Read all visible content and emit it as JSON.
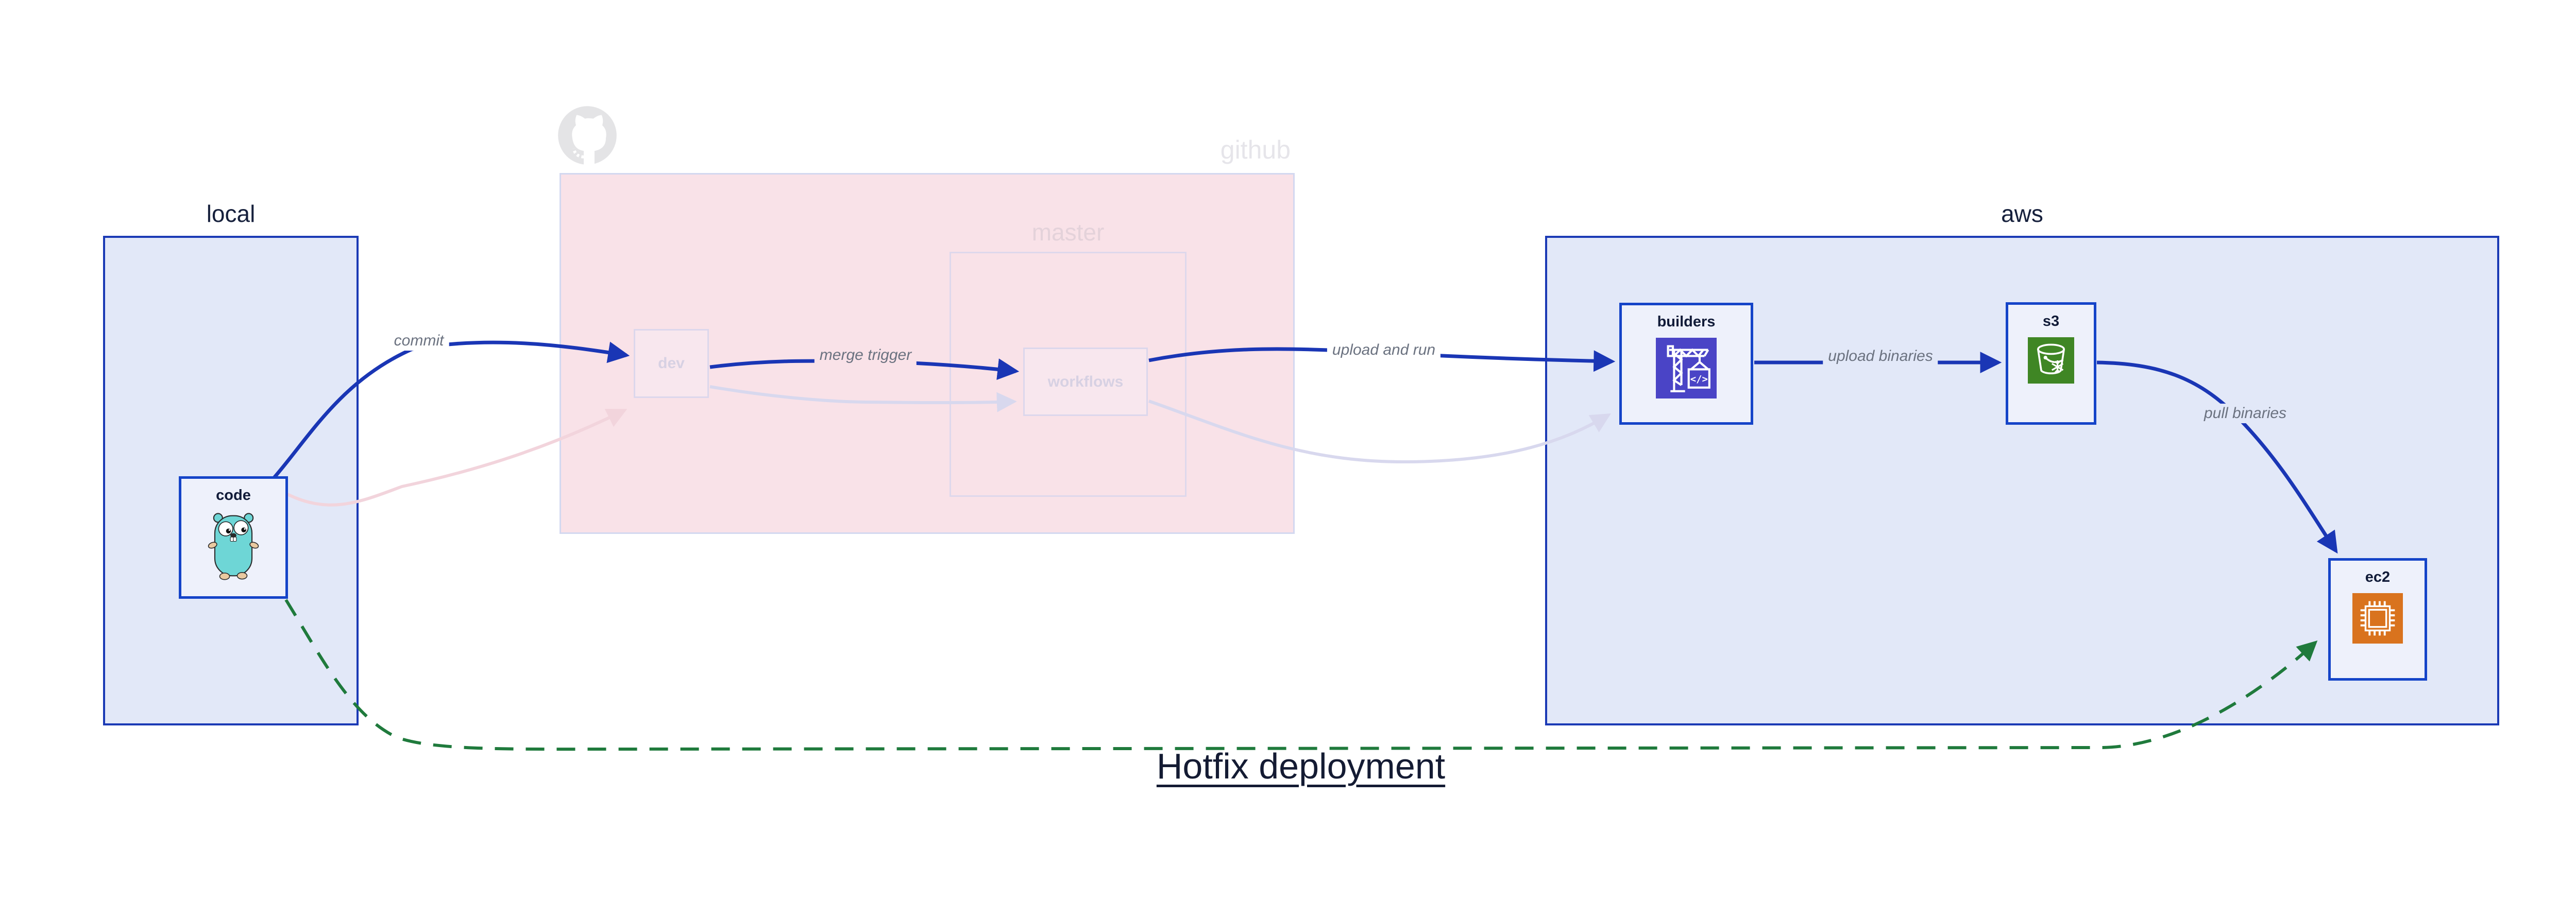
{
  "title": "Hotfix deployment",
  "regions": {
    "local": {
      "label": "local"
    },
    "github": {
      "label": "github",
      "master": {
        "label": "master"
      }
    },
    "aws": {
      "label": "aws"
    }
  },
  "nodes": {
    "code": {
      "label": "code",
      "icon": "go-gopher-icon"
    },
    "dev": {
      "label": "dev"
    },
    "workflows": {
      "label": "workflows"
    },
    "builders": {
      "label": "builders",
      "icon": "codebuild-crane-icon",
      "icon_glyph": "</>",
      "icon_bg": "#4a44c6"
    },
    "s3": {
      "label": "s3",
      "icon": "s3-bucket-snowflake-icon",
      "icon_bg": "#3f8624"
    },
    "ec2": {
      "label": "ec2",
      "icon": "cpu-chip-icon",
      "icon_bg": "#d9731e"
    }
  },
  "edges": {
    "commit": {
      "label": "commit",
      "style": "solid-blue"
    },
    "merge_trigger": {
      "label": "merge trigger",
      "style": "solid-blue"
    },
    "upload_and_run": {
      "label": "upload and run",
      "style": "solid-blue"
    },
    "upload_binaries": {
      "label": "upload binaries",
      "style": "solid-blue"
    },
    "pull_binaries": {
      "label": "pull binaries",
      "style": "solid-blue"
    },
    "hotfix_path": {
      "label": "",
      "style": "dashed-green"
    },
    "faded_code_to_dev": {
      "label": "",
      "style": "faded-pink"
    },
    "faded_dev_to_workflows": {
      "label": "",
      "style": "faded-lavender"
    },
    "faded_workflows_to_builders": {
      "label": "",
      "style": "faded-lavender"
    }
  },
  "colors": {
    "arrow_blue": "#1a36b5",
    "node_border_blue": "#1544c8",
    "region_border_blue": "#1b3ab5",
    "region_fill_blue": "#e2e8f8",
    "node_fill": "#eef1fb",
    "github_region_fill": "#f9e2e8",
    "faded_border": "#dcd7ec",
    "faded_pink_arrow": "#f2d4dc",
    "faded_lavender_arrow": "#d8d8ee",
    "hotfix_green": "#1f7a3c",
    "edge_label_gray": "#6b7280",
    "dark_navy_text": "#16203c",
    "codebuild_purple": "#4a44c6",
    "s3_green": "#3f8624",
    "ec2_orange": "#d9731e",
    "gopher_teal": "#6ed6d6"
  }
}
